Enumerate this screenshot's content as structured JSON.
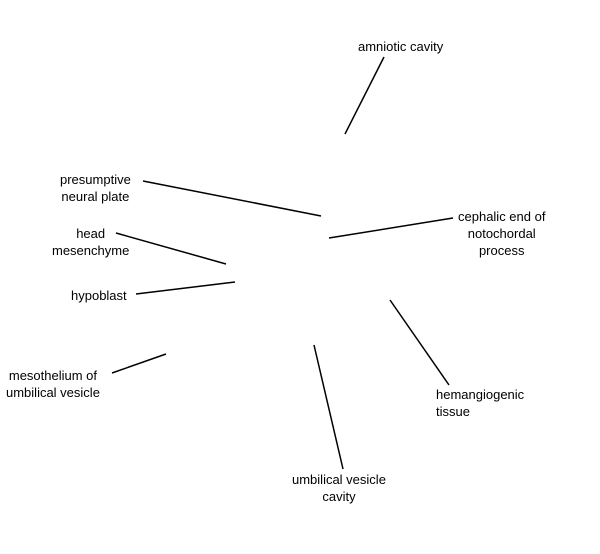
{
  "diagram": {
    "line_color": "#000000",
    "labels": {
      "amniotic_cavity": [
        "amniotic cavity"
      ],
      "presumptive_neural_plate": [
        "presumptive",
        "neural plate"
      ],
      "head_mesenchyme": [
        "head",
        "mesenchyme"
      ],
      "hypoblast": [
        "hypoblast"
      ],
      "mesothelium": [
        "mesothelium of",
        "umbilical vesicle"
      ],
      "cephalic_end": [
        "cephalic end of",
        "notochordal",
        "process"
      ],
      "hemangiogenic": [
        "hemangiogenic",
        "tissue"
      ],
      "umbilical_cavity": [
        "umbilical vesicle",
        "cavity"
      ]
    }
  }
}
